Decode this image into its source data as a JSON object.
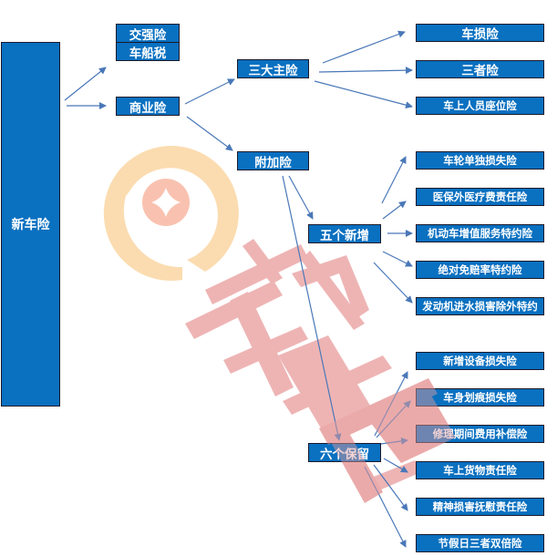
{
  "root": {
    "label": "新车险"
  },
  "compulsory": {
    "items": [
      {
        "label": "交强险"
      },
      {
        "label": "车船税"
      }
    ]
  },
  "commercial": {
    "label": "商业险"
  },
  "main_group": {
    "label": "三大主险",
    "items": [
      {
        "label": "车损险"
      },
      {
        "label": "三者险"
      },
      {
        "label": "车上人员座位险"
      }
    ]
  },
  "addon_group": {
    "label": "附加险"
  },
  "new_group": {
    "label": "五个新增",
    "items": [
      {
        "label": "车轮单独损失险"
      },
      {
        "label": "医保外医疗费责任险"
      },
      {
        "label": "机动车增值服务特约险"
      },
      {
        "label": "绝对免赔率特约险"
      },
      {
        "label": "发动机进水损害除外特约"
      }
    ]
  },
  "kept_group": {
    "label": "六个保留",
    "items": [
      {
        "label": "新增设备损失险"
      },
      {
        "label": "车身划痕损失险"
      },
      {
        "label": "修理期间费用补偿险"
      },
      {
        "label": "车上货物责任险"
      },
      {
        "label": "精神损害抚慰责任险"
      },
      {
        "label": "节假日三者双倍险"
      }
    ]
  },
  "colors": {
    "box_fill": "#0a70c0",
    "arrow": "#4a78b8",
    "watermark_ring": "#fbdcb0",
    "watermark_coin": "#f9c2b0",
    "watermark_text": "#eeb0b0"
  }
}
